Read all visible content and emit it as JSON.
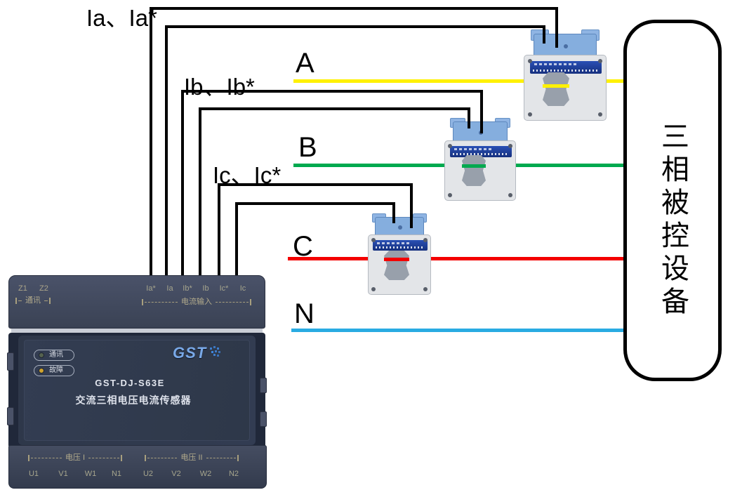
{
  "diagram": {
    "wire_pair_labels": [
      "Ia、Ia*",
      "Ib、Ib*",
      "Ic、Ic*"
    ],
    "phase_lines": [
      {
        "label": "A",
        "color": "#FFF100"
      },
      {
        "label": "B",
        "color": "#00A94F"
      },
      {
        "label": "C",
        "color": "#F40000"
      },
      {
        "label": "N",
        "color": "#29ABE2"
      }
    ],
    "wire_color": "#000000",
    "load_box_label": "三相被控设备"
  },
  "device": {
    "top_strip": {
      "z_terminals": [
        "Z1",
        "Z2"
      ],
      "z_group_label": "通讯",
      "current_terminals": [
        "Ia*",
        "Ia",
        "Ib*",
        "Ib",
        "Ic*",
        "Ic"
      ],
      "current_group_label": "电流输入"
    },
    "front_panel": {
      "leds": [
        {
          "label": "通讯",
          "color": "#55624f"
        },
        {
          "label": "故障",
          "color": "#cfa32e"
        }
      ],
      "brand": "GST",
      "model": "GST-DJ-S63E",
      "product_name": "交流三相电压电流传感器"
    },
    "bottom_strip": {
      "voltage_groups": [
        {
          "label": "电压 I",
          "terminals": [
            "U1",
            "V1",
            "W1",
            "N1"
          ]
        },
        {
          "label": "电压 II",
          "terminals": [
            "U2",
            "V2",
            "W2",
            "N2"
          ]
        }
      ]
    }
  }
}
